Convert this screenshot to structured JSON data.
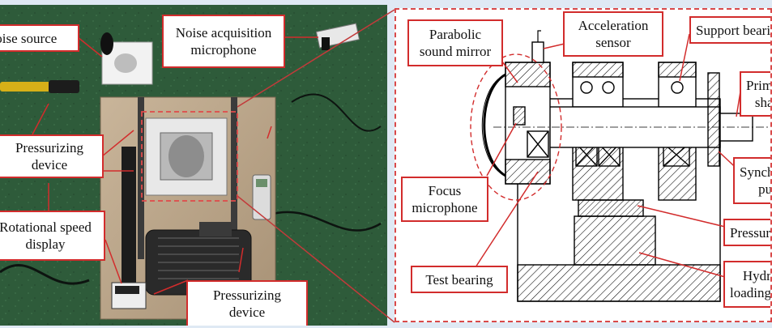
{
  "photo_labels": {
    "noise_source": "Noise source",
    "mic": "Noise acquisition\nmicrophone",
    "press_top": "Pressurizing\ndevice",
    "speed": "Rotational speed\ndisplay",
    "press_bottom": "Pressurizing\ndevice"
  },
  "diagram_labels": {
    "parabolic": "Parabolic\nsound mirror",
    "accel": "Acceleration\nsensor",
    "support": "Support bearing",
    "primary": "Primary\nshaft",
    "focus": "Focus\nmicrophone",
    "sync": "Synchronous\npulley",
    "test": "Test bearing",
    "pressure": "Pressure sensor",
    "hyd": "Hydraulic\nloading device"
  },
  "colors": {
    "accent": "#d22c2c",
    "photo_bg": "#2f5d3c",
    "frame": "#dfe9f4"
  }
}
